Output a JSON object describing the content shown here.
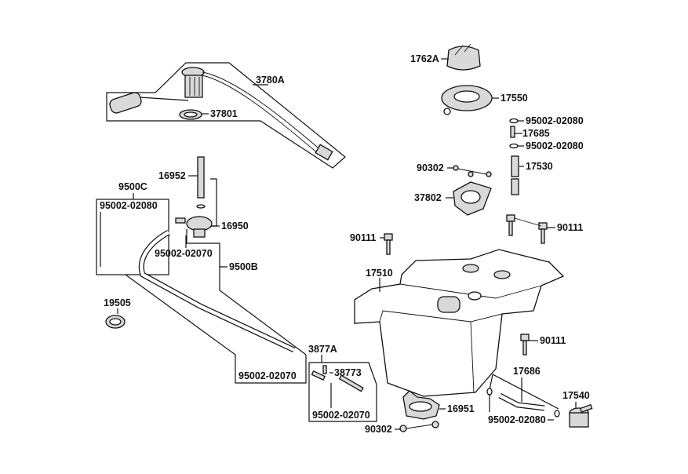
{
  "diagram": {
    "title": "Fuel tank exploded parts diagram",
    "labels": {
      "fuel_pump_assy": "3780A",
      "pump_gasket": "37801",
      "fuel_cap": "1762A",
      "cap_ring": "17550",
      "clip_top": "95002-02080",
      "joint": "17685",
      "clip_mid": "95002-02080",
      "breather_tube": "17530",
      "screw_gasket": "90302",
      "gasket_plate": "37802",
      "bolt_upper_right": "90111",
      "bolt_upper_left": "90111",
      "fuel_tank": "17510",
      "bolt_lower_right": "90111",
      "valve_pipe": "16952",
      "fuel_valve": "16950",
      "hose_set_c": "9500C",
      "clip_c": "95002-02080",
      "clip_b_top": "95002-02070",
      "hose_set_b": "9500B",
      "clamp": "19505",
      "clip_b_bottom": "95002-02070",
      "joint_set": "3877A",
      "joint_t": "38773",
      "clip_joint": "95002-02070",
      "bracket": "16951",
      "screw_bracket": "90302",
      "hose_canister": "17686",
      "clip_canister": "95002-02080",
      "canister": "17540"
    }
  }
}
